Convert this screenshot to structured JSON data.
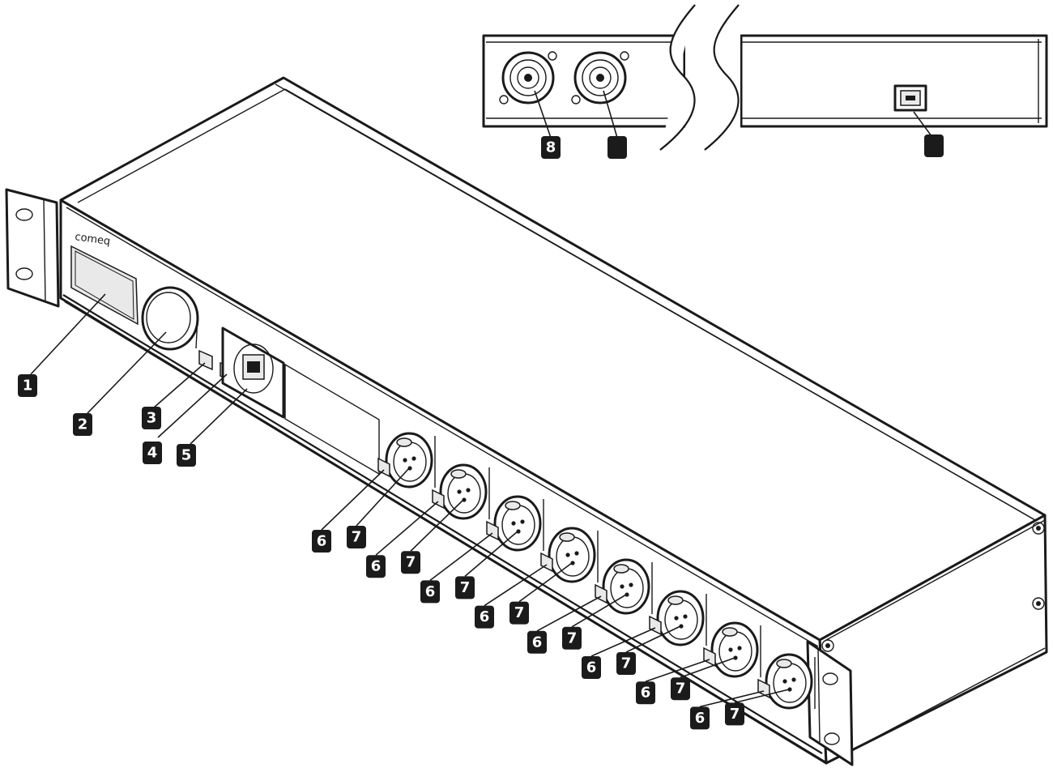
{
  "device": {
    "brand_logo": "comeq"
  },
  "callouts": {
    "display": "1",
    "encoder_knob": "2",
    "button_a": "3",
    "button_b": "4",
    "ethernet_port": "5",
    "xlr_button": "6",
    "xlr_connector": "7",
    "rear_power_in": "8"
  },
  "xlr_ports": [
    {
      "button_label": "6",
      "connector_label": "7"
    },
    {
      "button_label": "6",
      "connector_label": "7"
    },
    {
      "button_label": "6",
      "connector_label": "7"
    },
    {
      "button_label": "6",
      "connector_label": "7"
    },
    {
      "button_label": "6",
      "connector_label": "7"
    },
    {
      "button_label": "6",
      "connector_label": "7"
    },
    {
      "button_label": "6",
      "connector_label": "7"
    },
    {
      "button_label": "6",
      "connector_label": "7"
    }
  ]
}
